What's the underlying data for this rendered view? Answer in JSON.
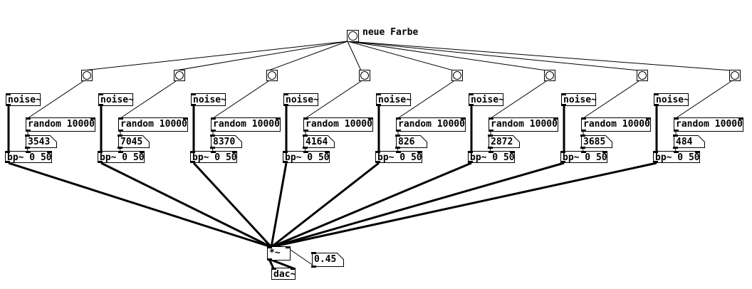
{
  "patch": {
    "comment": "neue Farbe",
    "master_bang": "bang",
    "columns": [
      {
        "noise": "noise~",
        "random": "random 10000",
        "value": "3543",
        "bandpass": "bp~ 0 50"
      },
      {
        "noise": "noise~",
        "random": "random 10000",
        "value": "7045",
        "bandpass": "bp~ 0 50"
      },
      {
        "noise": "noise~",
        "random": "random 10000",
        "value": "8370",
        "bandpass": "bp~ 0 50"
      },
      {
        "noise": "noise~",
        "random": "random 10000",
        "value": "4164",
        "bandpass": "bp~ 0 50"
      },
      {
        "noise": "noise~",
        "random": "random 10000",
        "value": "826",
        "bandpass": "bp~ 0 50"
      },
      {
        "noise": "noise~",
        "random": "random 10000",
        "value": "2872",
        "bandpass": "bp~ 0 50"
      },
      {
        "noise": "noise~",
        "random": "random 10000",
        "value": "3685",
        "bandpass": "bp~ 0 50"
      },
      {
        "noise": "noise~",
        "random": "random 10000",
        "value": "484",
        "bandpass": "bp~ 0 50"
      }
    ],
    "multiply": "*~",
    "gain": "0.45",
    "dac": "dac~",
    "colors": {
      "background": "#ffffff",
      "ink": "#000000"
    }
  }
}
